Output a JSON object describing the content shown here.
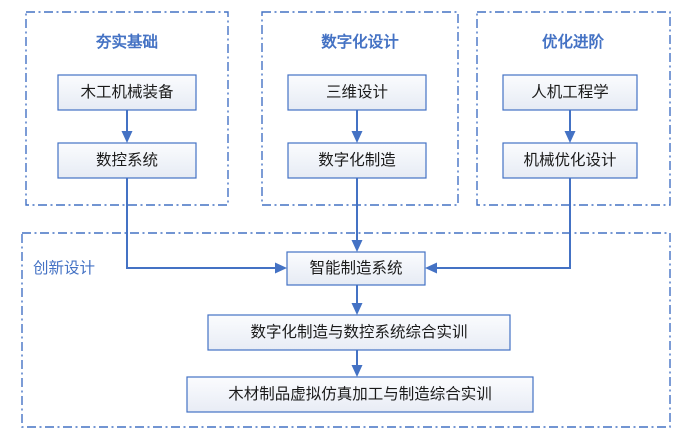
{
  "diagram": {
    "title_text_color": "#4472C4",
    "accent_color": "#4472C4",
    "box_fill_start": "#f7f8fb",
    "box_fill_end": "#e9edf5",
    "groups": [
      {
        "id": "group-foundation",
        "title": "夯实基础",
        "nodes": [
          {
            "id": "node-woodworking-machinery",
            "label": "木工机械装备"
          },
          {
            "id": "node-cnc-system",
            "label": "数控系统"
          }
        ]
      },
      {
        "id": "group-digital-design",
        "title": "数字化设计",
        "nodes": [
          {
            "id": "node-3d-design",
            "label": "三维设计"
          },
          {
            "id": "node-digital-manufacturing",
            "label": "数字化制造"
          }
        ]
      },
      {
        "id": "group-optimization",
        "title": "优化进阶",
        "nodes": [
          {
            "id": "node-ergonomics",
            "label": "人机工程学"
          },
          {
            "id": "node-mechanical-optimization",
            "label": "机械优化设计"
          }
        ]
      }
    ],
    "bottom_group": {
      "id": "group-innovative-design",
      "title": "创新设计",
      "nodes": [
        {
          "id": "node-intelligent-manufacturing-system",
          "label": "智能制造系统"
        },
        {
          "id": "node-training-cnc",
          "label": "数字化制造与数控系统综合实训"
        },
        {
          "id": "node-training-wood-simulation",
          "label": "木材制品虚拟仿真加工与制造综合实训"
        }
      ]
    }
  }
}
